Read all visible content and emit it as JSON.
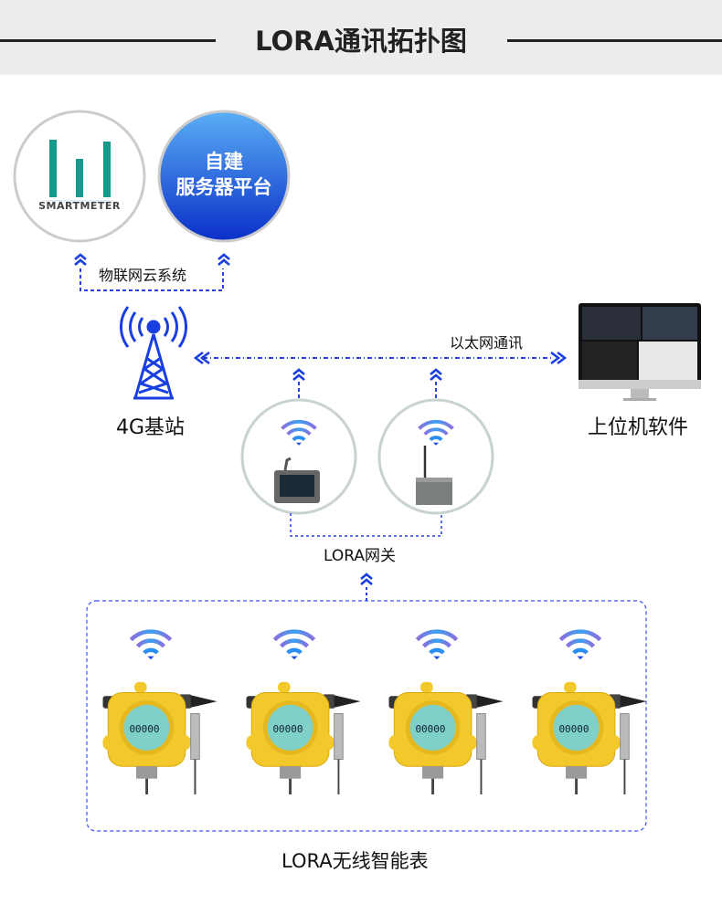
{
  "header": {
    "title": "LORA通讯拓扑图"
  },
  "cloud": {
    "logo_text": "SMARTMETER",
    "server_line1": "自建",
    "server_line2": "服务器平台",
    "link_label": "物联网云系统"
  },
  "base_station": {
    "label": "4G基站"
  },
  "ethernet": {
    "label": "以太网通讯"
  },
  "pc": {
    "label": "上位机软件"
  },
  "gateway": {
    "label": "LORA网关"
  },
  "meters": {
    "label": "LORA无线智能表",
    "count": 4,
    "lcd": "00000"
  },
  "colors": {
    "accent": "#1a3fe0",
    "dash": "#3a4ff0",
    "header_bg": "#ececec",
    "meter_yellow": "#f2c82a",
    "lcd": "#7fd0c8"
  }
}
